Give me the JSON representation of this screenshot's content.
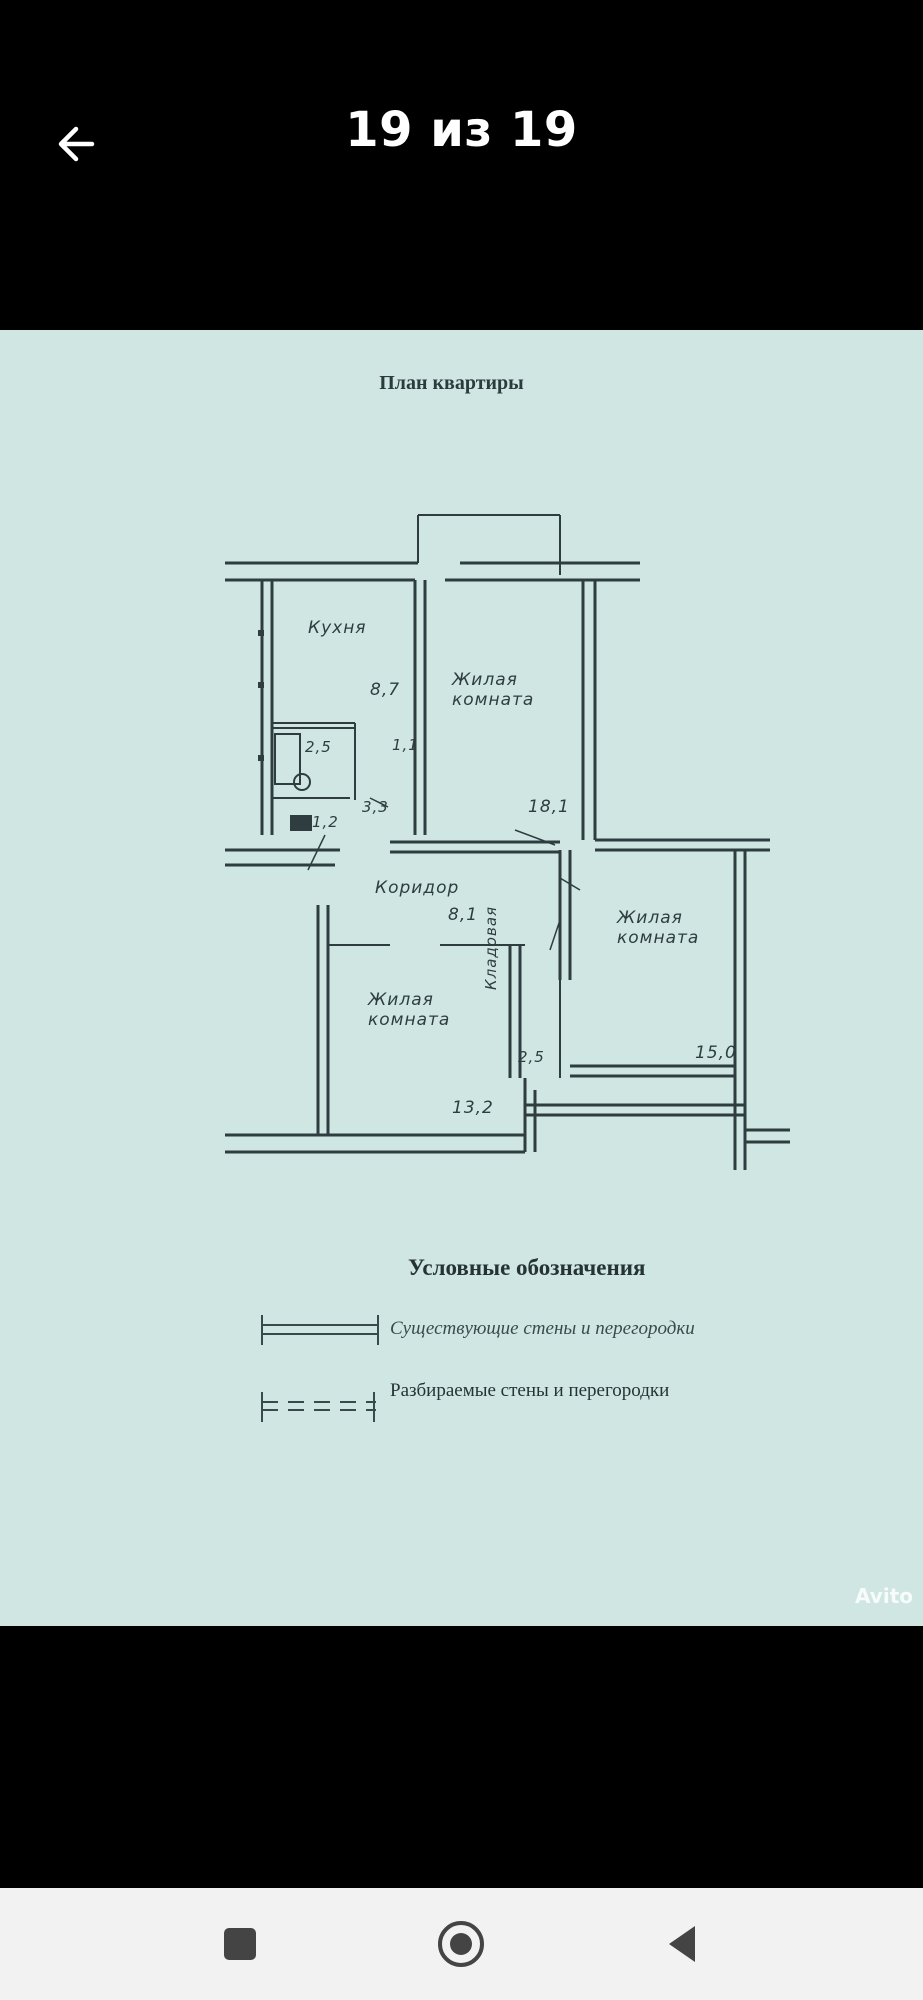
{
  "header": {
    "counter": "19 из 19",
    "back_icon": "arrow-left-icon"
  },
  "plan": {
    "title": "План квартиры",
    "rooms": {
      "kitchen": {
        "label": "Кухня",
        "area": "8,7"
      },
      "bath": {
        "area": "2,5"
      },
      "wc": {
        "area": "1,1"
      },
      "washbasin": {
        "area": "1,2"
      },
      "hallway_small": {
        "area": "3,3"
      },
      "living1": {
        "label_line1": "Жилая",
        "label_line2": "комната",
        "area": "18,1"
      },
      "corridor": {
        "label": "Коридор",
        "area": "8,1"
      },
      "living2": {
        "label_line1": "Жилая",
        "label_line2": "комната",
        "area": "15,0"
      },
      "living3": {
        "label_line1": "Жилая",
        "label_line2": "комната",
        "area": "13,2"
      },
      "pantry": {
        "label": "Кладовая",
        "area": "2,5"
      }
    },
    "legend": {
      "title": "Условные обозначения",
      "existing": "Существующие стены и перегородки",
      "removable": "Разбираемые стены и перегородки"
    },
    "watermark": "Avito"
  },
  "navbar": {
    "recents_icon": "square-icon",
    "home_icon": "circle-home-icon",
    "back_icon": "triangle-back-icon"
  },
  "colors": {
    "paper": "#cfe6e3",
    "ink": "#2f3d40"
  }
}
